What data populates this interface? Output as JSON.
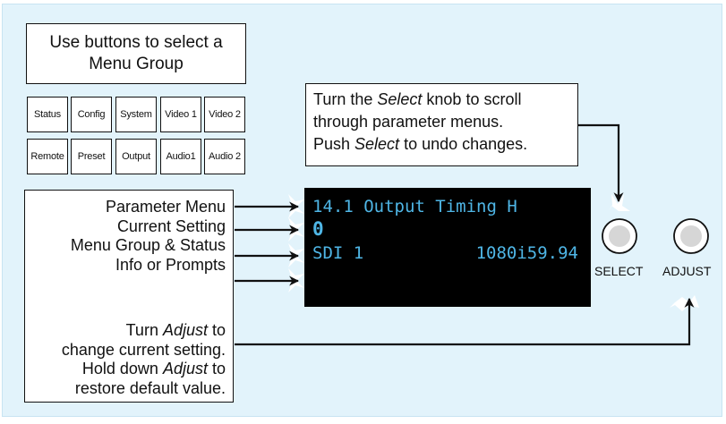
{
  "menu_title": "Use buttons to select a Menu Group",
  "menu_buttons": [
    [
      "Status",
      "Config",
      "System",
      "Video 1",
      "Video 2"
    ],
    [
      "Remote",
      "Preset",
      "Output",
      "Audio1",
      "Audio 2"
    ]
  ],
  "select_note": {
    "line1_a": "Turn the ",
    "line1_em": "Select",
    "line1_b": " knob to scroll",
    "line2": "through parameter menus.",
    "line3_a": "Push ",
    "line3_em": "Select",
    "line3_b": " to undo changes."
  },
  "left_labels": {
    "parameter_menu": "Parameter Menu",
    "current_setting": "Current Setting",
    "menu_group_status": "Menu Group & Status",
    "info_prompts": "Info or Prompts",
    "adjust_a": "Turn ",
    "adjust_em": "Adjust",
    "adjust_b": " to",
    "adjust_line2": "change current setting.",
    "hold_a": "Hold down ",
    "hold_em": "Adjust",
    "hold_b": " to",
    "hold_line2": "restore default value."
  },
  "display": {
    "line1": "14.1 Output Timing H",
    "line2": "0",
    "line3_left": "SDI 1",
    "line3_right": "1080i59.94"
  },
  "knobs": {
    "select": "SELECT",
    "adjust": "ADJUST"
  },
  "colors": {
    "panel_bg": "#e2f3fb",
    "display_text": "#4fb6e6",
    "display_bg": "#000000"
  }
}
